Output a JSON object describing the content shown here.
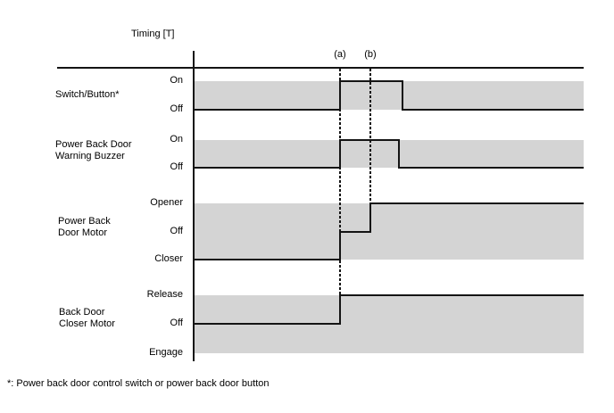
{
  "chart_data": {
    "type": "timing",
    "title": "Timing [T]",
    "footnote": "*: Power back door control switch or power back door button",
    "time_markers": [
      {
        "id": "a",
        "label": "(a)"
      },
      {
        "id": "b",
        "label": "(b)"
      }
    ],
    "signals": [
      {
        "name": "Switch/Button*",
        "name_lines": [
          "Switch/Button*"
        ],
        "levels": [
          "On",
          "Off"
        ],
        "waveform": [
          {
            "level": "Off",
            "from": "start",
            "to": "a"
          },
          {
            "level": "On",
            "from": "a",
            "to": "switch_release"
          },
          {
            "level": "Off",
            "from": "switch_release",
            "to": "end"
          }
        ]
      },
      {
        "name": "Power Back Door Warning Buzzer",
        "name_lines": [
          "Power Back Door",
          "Warning Buzzer"
        ],
        "levels": [
          "On",
          "Off"
        ],
        "waveform": [
          {
            "level": "Off",
            "from": "start",
            "to": "a"
          },
          {
            "level": "On",
            "from": "a",
            "to": "buzzer_stop"
          },
          {
            "level": "Off",
            "from": "buzzer_stop",
            "to": "end"
          }
        ]
      },
      {
        "name": "Power Back Door Motor",
        "name_lines": [
          "Power Back",
          "Door Motor"
        ],
        "levels": [
          "Opener",
          "Off",
          "Closer"
        ],
        "waveform": [
          {
            "level": "Closer",
            "from": "start",
            "to": "a"
          },
          {
            "level": "Off",
            "from": "a",
            "to": "b"
          },
          {
            "level": "Opener",
            "from": "b",
            "to": "end"
          }
        ]
      },
      {
        "name": "Back Door Closer Motor",
        "name_lines": [
          "Back Door",
          "Closer Motor"
        ],
        "levels": [
          "Release",
          "Off",
          "Engage"
        ],
        "waveform": [
          {
            "level": "Off",
            "from": "start",
            "to": "a"
          },
          {
            "level": "Release",
            "from": "a",
            "to": "end"
          }
        ]
      }
    ],
    "colors": {
      "band": "#d4d4d4",
      "line": "#141414"
    }
  }
}
